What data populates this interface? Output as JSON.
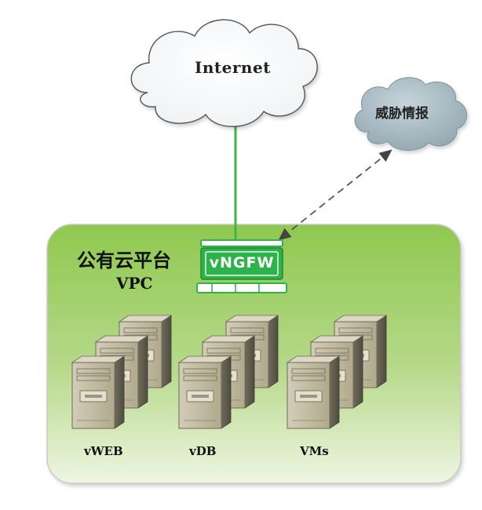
{
  "internet": {
    "label": "Internet"
  },
  "threat_intel": {
    "label": "威胁情报"
  },
  "cloud_platform": {
    "title": "公有云平台",
    "subtitle": "VPC"
  },
  "firewall": {
    "label": "vNGFW"
  },
  "server_groups": [
    {
      "label": "vWEB"
    },
    {
      "label": "vDB"
    },
    {
      "label": "VMs"
    }
  ],
  "colors": {
    "link_green": "#3cb54a",
    "firewall_green": "#2db34a",
    "vpc_green": "#8bc34a",
    "cloud_gray": "#a9bcc4",
    "server_beige": "#b9b196"
  }
}
